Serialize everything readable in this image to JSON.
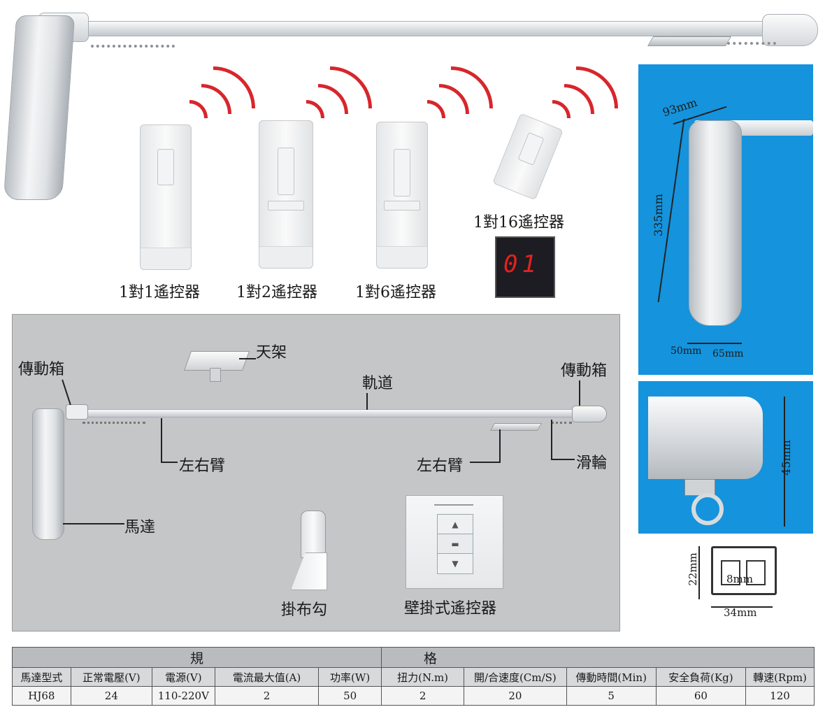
{
  "remotes": [
    {
      "label": "1對1遙控器"
    },
    {
      "label": "1對2遙控器"
    },
    {
      "label": "1對6遙控器"
    },
    {
      "label": "1對16遙控器"
    }
  ],
  "channel_display": "01",
  "parts": {
    "gearbox_left": "傳動箱",
    "gearbox_right": "傳動箱",
    "ceiling_bracket": "天架",
    "track": "軌道",
    "arm_left": "左右臂",
    "arm_right": "左右臂",
    "pulley": "滑輪",
    "motor": "馬達",
    "hook": "掛布勾",
    "wall_remote": "壁掛式遙控器"
  },
  "dimensions": {
    "motor_top": "93mm",
    "motor_height": "335mm",
    "motor_base_a": "50mm",
    "motor_base_b": "65mm",
    "rail_height": "45mm",
    "profile_height": "22mm",
    "profile_gap": "8mm",
    "profile_width": "34mm"
  },
  "spec_table": {
    "title_left": "規",
    "title_right": "格",
    "headers": [
      "馬達型式",
      "正常電壓(V)",
      "電源(V)",
      "電流最大值(A)",
      "功率(W)",
      "扭力(N.m)",
      "開/合速度(Cm/S)",
      "傳動時間(Min)",
      "安全負荷(Kg)",
      "轉速(Rpm)"
    ],
    "values": [
      "HJ68",
      "24",
      "110-220V",
      "2",
      "50",
      "2",
      "20",
      "5",
      "60",
      "120"
    ]
  },
  "colors": {
    "signal_red": "#d7262c",
    "blue_panel": "#1593dc",
    "gray_panel": "#c4c6c8",
    "table_header": "#b9bcbf"
  }
}
